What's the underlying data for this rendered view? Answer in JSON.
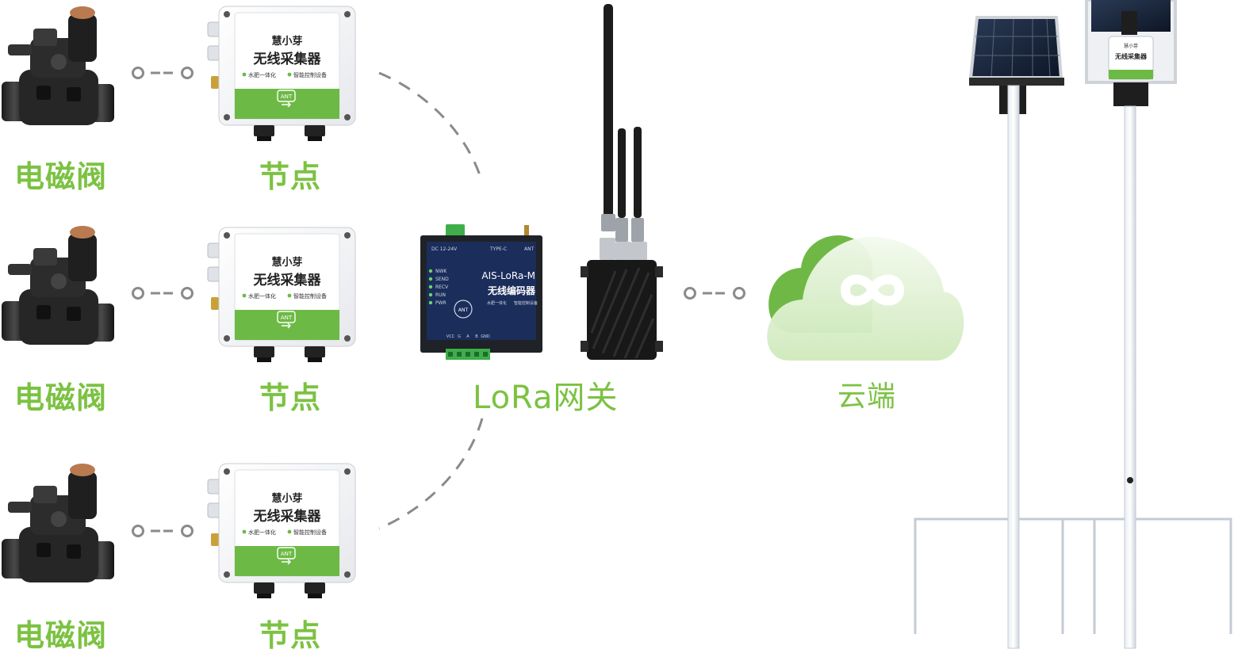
{
  "colors": {
    "green": "#7cc242",
    "connector": "#8a8a8a",
    "node_green": "#6cba45",
    "gateway_navy": "#1b2d5a",
    "cloud_dark": "#6fb846",
    "cloud_light": "#dff0cf"
  },
  "rows": [
    {
      "valve_label": "电磁阀",
      "node_label": "节点",
      "node": {
        "brand": "慧小芽",
        "title": "无线采集器",
        "feature_1": "水肥一体化",
        "feature_2": "智能控制设备",
        "ant": "ANT"
      }
    },
    {
      "valve_label": "电磁阀",
      "node_label": "节点",
      "node": {
        "brand": "慧小芽",
        "title": "无线采集器",
        "feature_1": "水肥一体化",
        "feature_2": "智能控制设备",
        "ant": "ANT"
      }
    },
    {
      "valve_label": "电磁阀",
      "node_label": "节点",
      "node": {
        "brand": "慧小芽",
        "title": "无线采集器",
        "feature_1": "水肥一体化",
        "feature_2": "智能控制设备",
        "ant": "ANT"
      }
    }
  ],
  "gateway": {
    "label": "LoRa网关",
    "model": "AIS-LoRa-M",
    "title": "无线编码器",
    "feature_1": "水肥一体化",
    "feature_2": "智能控制设备",
    "leds": [
      "NWK",
      "SEND",
      "RECV",
      "RUN",
      "PWR"
    ],
    "top_left": "DC 12-24V",
    "top_mid": "TYPE-C",
    "top_right": "ANT",
    "ant": "ANT",
    "bottom_ports": [
      "VCC",
      "G",
      "A",
      "B",
      "GND"
    ]
  },
  "cloud": {
    "label": "云端",
    "icon": "infinity-icon"
  },
  "stations": {
    "panel_icon": "solar-panel-icon",
    "box": {
      "brand": "慧小芽",
      "title": "无线采集器"
    }
  }
}
